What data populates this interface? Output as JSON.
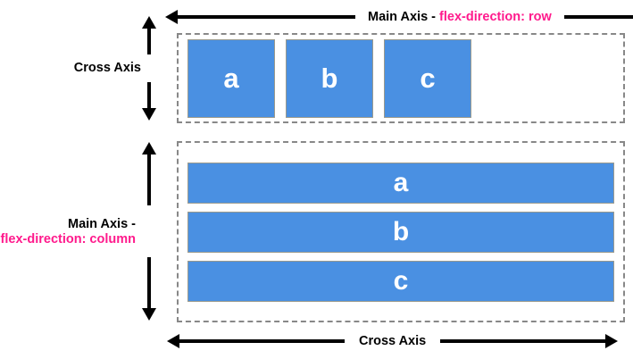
{
  "diagram": {
    "title": "CSS Flexbox main axis and cross axis directions",
    "colors": {
      "item_fill": "#4a90e2",
      "item_border": "#9a9a8e",
      "container_border": "#888888",
      "code_text": "#ff1a8c",
      "label_text": "#000000",
      "background": "#ffffff"
    }
  },
  "top_axis": {
    "label_prefix": "Main Axis - ",
    "label_code": "flex-direction: row",
    "orientation": "horizontal",
    "arrow_heads": "both"
  },
  "bottom_axis": {
    "label": "Cross Axis",
    "orientation": "horizontal",
    "arrow_heads": "both"
  },
  "left_axis_top": {
    "label": "Cross Axis",
    "orientation": "vertical",
    "arrow_heads": "both"
  },
  "left_axis_bottom": {
    "label_prefix": "Main Axis -",
    "label_code": "flex-direction: column",
    "orientation": "vertical",
    "arrow_heads": "both"
  },
  "row_container": {
    "name": "flex-direction: row container",
    "items": [
      {
        "label": "a"
      },
      {
        "label": "b"
      },
      {
        "label": "c"
      }
    ]
  },
  "column_container": {
    "name": "flex-direction: column container",
    "items": [
      {
        "label": "a"
      },
      {
        "label": "b"
      },
      {
        "label": "c"
      }
    ]
  }
}
